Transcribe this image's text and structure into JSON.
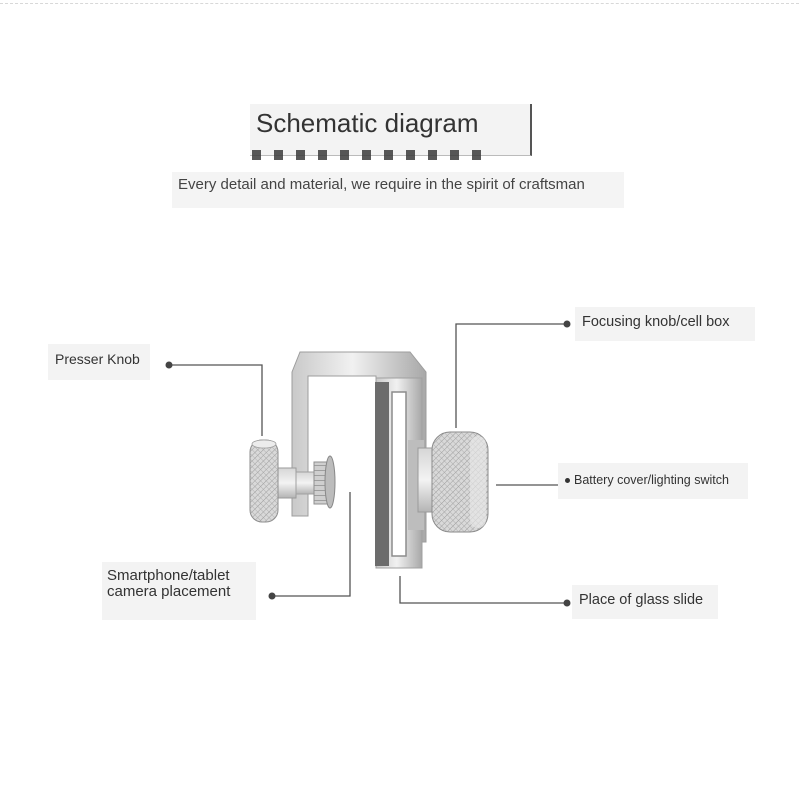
{
  "header": {
    "title": "Schematic diagram",
    "subtitle": "Every detail and material, we require in the spirit of craftsman"
  },
  "callouts": [
    {
      "id": "presser-knob",
      "label": "Presser Knob"
    },
    {
      "id": "focusing-knob",
      "label": "Focusing knob/cell box"
    },
    {
      "id": "battery-cover",
      "label": "Battery cover/lighting switch"
    },
    {
      "id": "camera-placement",
      "label": "Smartphone/tablet\ncamera placement"
    },
    {
      "id": "glass-slide",
      "label": "Place of glass slide"
    }
  ],
  "colors": {
    "leader": "#555555",
    "metal_light": "#e2e2e2",
    "metal_dark": "#9a9a9a",
    "pad": "#6a6a6a"
  }
}
